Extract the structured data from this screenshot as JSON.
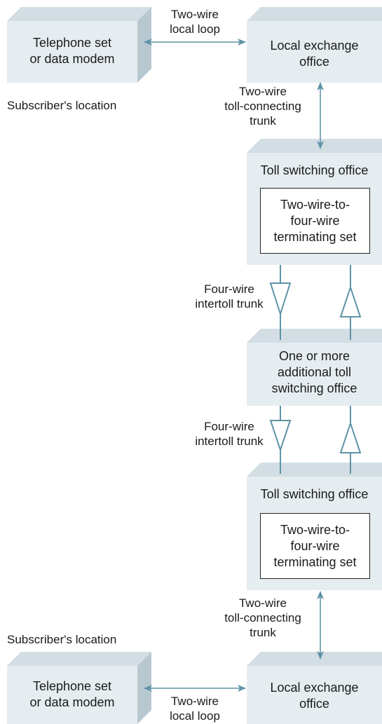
{
  "colors": {
    "box_front": "#e6edf0",
    "box_top": "#d2dee4",
    "box_side": "#b8c8d0",
    "arrow": "#5f93a6",
    "pipe": "#5f93a6"
  },
  "subscriber_top": {
    "device": [
      "Telephone set",
      "or data modem"
    ],
    "location": "Subscriber's location",
    "local_loop": [
      "Two-wire",
      "local loop"
    ]
  },
  "local_exchange_top": [
    "Local exchange",
    "office"
  ],
  "toll_connecting_top": [
    "Two-wire",
    "toll-connecting",
    "trunk"
  ],
  "toll_office_1": {
    "title": "Toll switching office",
    "terminating_set": [
      "Two-wire-to-",
      "four-wire",
      "terminating set"
    ]
  },
  "intertoll_1": [
    "Four-wire",
    "intertoll trunk"
  ],
  "additional_office": [
    "One or more",
    "additional toll",
    "switching office"
  ],
  "intertoll_2": [
    "Four-wire",
    "intertoll trunk"
  ],
  "toll_office_2": {
    "title": "Toll switching office",
    "terminating_set": [
      "Two-wire-to-",
      "four-wire",
      "terminating set"
    ]
  },
  "toll_connecting_bottom": [
    "Two-wire",
    "toll-connecting",
    "trunk"
  ],
  "subscriber_bottom": {
    "location": "Subscriber's location",
    "device": [
      "Telephone set",
      "or data modem"
    ],
    "local_loop": [
      "Two-wire",
      "local loop"
    ]
  },
  "local_exchange_bottom": [
    "Local exchange",
    "office"
  ]
}
